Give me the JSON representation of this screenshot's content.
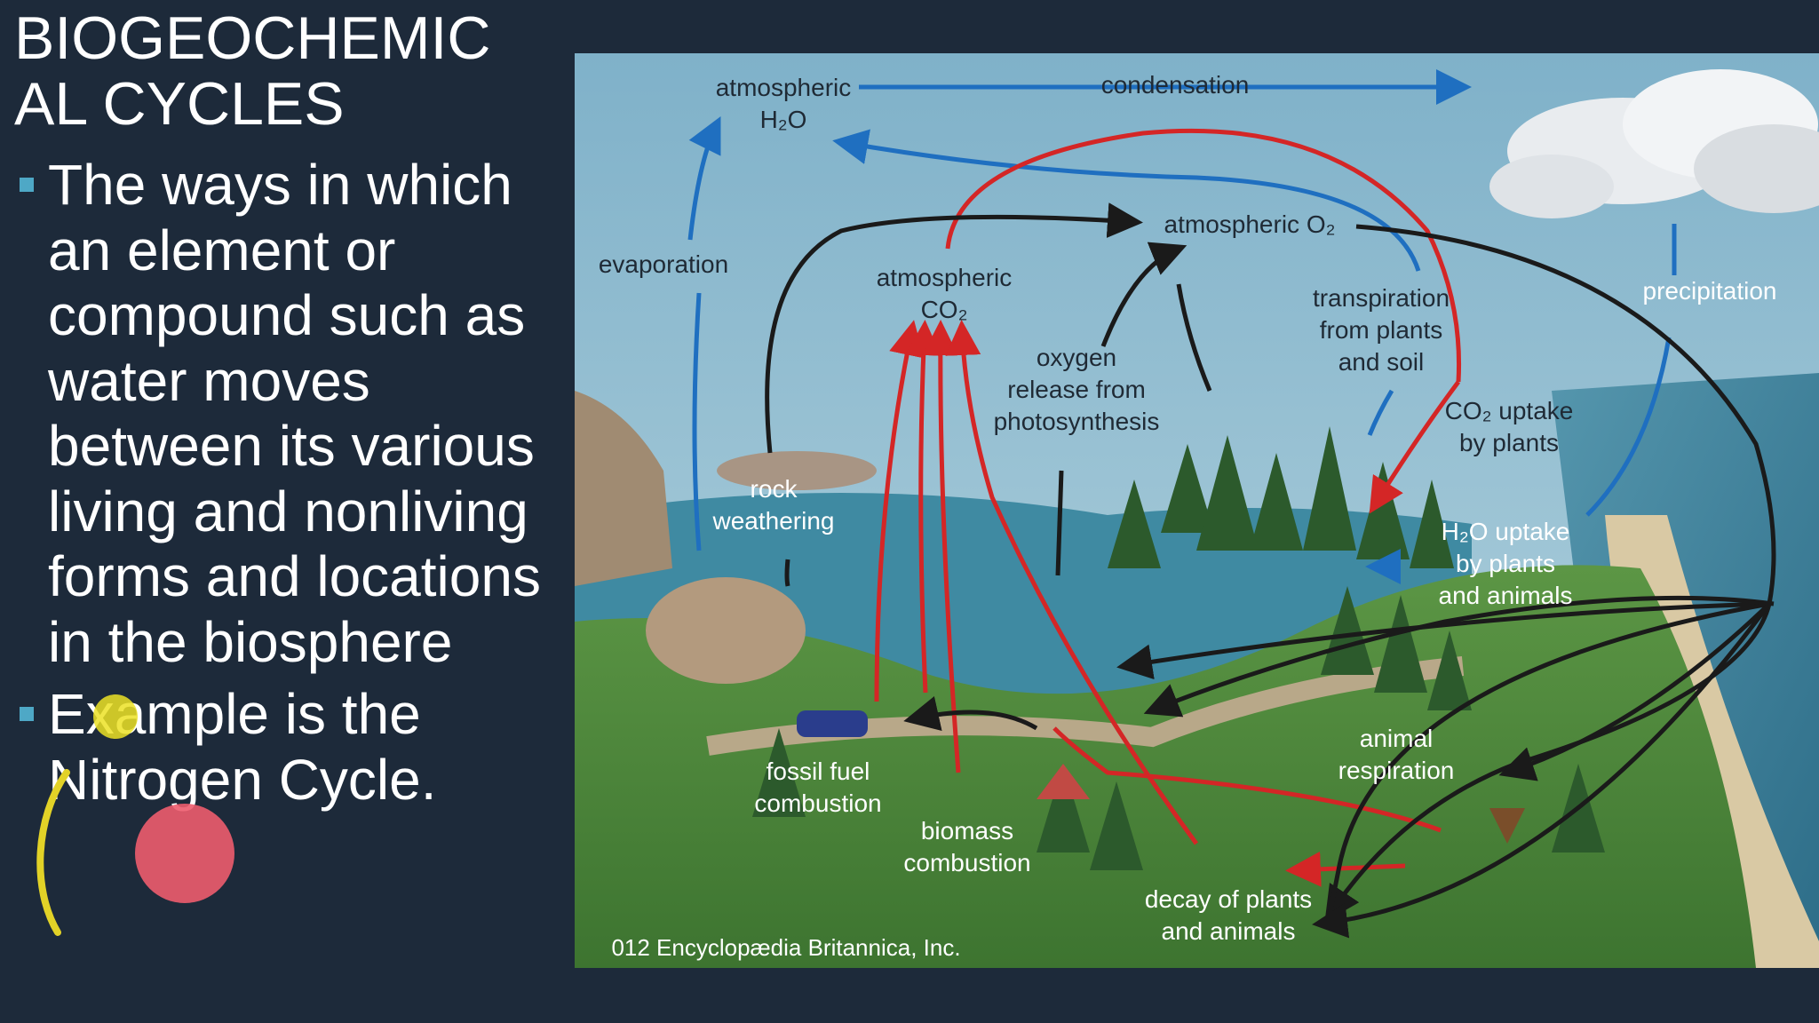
{
  "slide": {
    "title_line1": "BIOGEOCHEMIC",
    "title_line2": "AL CYCLES",
    "bullets": [
      "The ways in which an element or compound such as water moves between its various living and nonliving forms and locations in the biosphere",
      "Example is the Nitrogen Cycle."
    ]
  },
  "diagram": {
    "labels": {
      "atm_h2o_1": "atmospheric",
      "atm_h2o_2": "H₂O",
      "condensation": "condensation",
      "evaporation": "evaporation",
      "atm_co2_1": "atmospheric",
      "atm_co2_2": "CO₂",
      "atm_o2": "atmospheric O₂",
      "oxygen_1": "oxygen",
      "oxygen_2": "release from",
      "oxygen_3": "photosynthesis",
      "transp_1": "transpiration",
      "transp_2": "from plants",
      "transp_3": "and soil",
      "co2up_1": "CO₂ uptake",
      "co2up_2": "by plants",
      "precipitation": "precipitation",
      "rock_1": "rock",
      "rock_2": "weathering",
      "h2oup_1": "H₂O uptake",
      "h2oup_2": "by plants",
      "h2oup_3": "and animals",
      "fossil_1": "fossil fuel",
      "fossil_2": "combustion",
      "biomass_1": "biomass",
      "biomass_2": "combustion",
      "animal_1": "animal",
      "animal_2": "respiration",
      "decay_1": "decay of plants",
      "decay_2": "and animals",
      "copyright": "012 Encyclopædia Britannica, Inc."
    },
    "colors": {
      "water_arrow": "#1f6fc0",
      "carbon_arrow": "#d42626",
      "oxygen_arrow": "#1a1a1a",
      "sky": "#8fbcd2",
      "sea": "#3d7f9a",
      "grass": "#4f8a3a"
    }
  }
}
